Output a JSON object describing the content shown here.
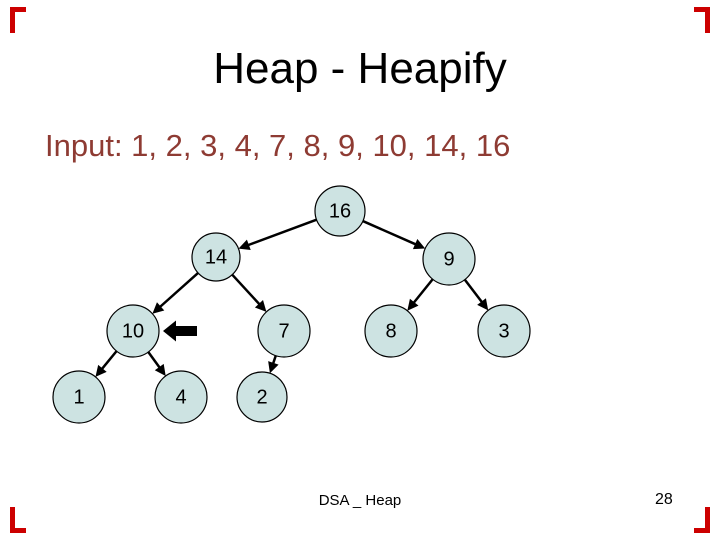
{
  "slide": {
    "title": "Heap - Heapify",
    "input_text": "Input: 1, 2, 3, 4, 7, 8, 9, 10, 14, 16",
    "footer_text": "DSA _ Heap",
    "page_number": "28"
  },
  "colors": {
    "title_text": "#000000",
    "input_text": "#8e3b33",
    "node_fill": "#cde3e2",
    "node_stroke": "#000000",
    "edge_stroke": "#000000",
    "pointer_arrow": "#000000",
    "corner_mark": "#cc0000",
    "background": "#ffffff"
  },
  "diagram": {
    "type": "binary-tree",
    "nodes": [
      {
        "id": "n16",
        "label": "16"
      },
      {
        "id": "n14",
        "label": "14"
      },
      {
        "id": "n9",
        "label": "9"
      },
      {
        "id": "n10",
        "label": "10"
      },
      {
        "id": "n7",
        "label": "7"
      },
      {
        "id": "n8",
        "label": "8"
      },
      {
        "id": "n3",
        "label": "3"
      },
      {
        "id": "n1",
        "label": "1"
      },
      {
        "id": "n4",
        "label": "4"
      },
      {
        "id": "n2",
        "label": "2"
      }
    ],
    "edges": [
      {
        "from": "n16",
        "to": "n14"
      },
      {
        "from": "n16",
        "to": "n9"
      },
      {
        "from": "n14",
        "to": "n10"
      },
      {
        "from": "n14",
        "to": "n7"
      },
      {
        "from": "n9",
        "to": "n8"
      },
      {
        "from": "n9",
        "to": "n3"
      },
      {
        "from": "n10",
        "to": "n1"
      },
      {
        "from": "n10",
        "to": "n4"
      },
      {
        "from": "n7",
        "to": "n2"
      }
    ],
    "pointer": {
      "shape": "left-arrow",
      "target": "n10"
    }
  }
}
